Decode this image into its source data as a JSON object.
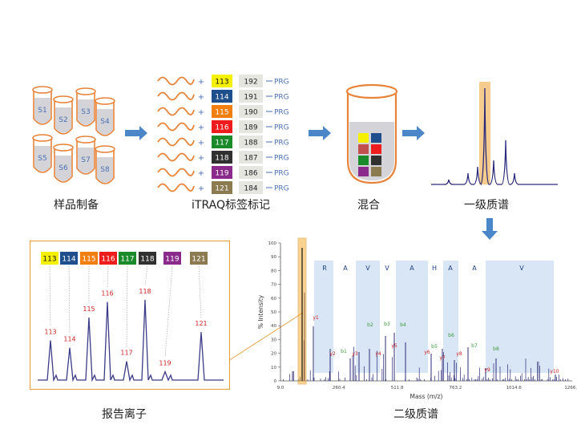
{
  "stages": {
    "sample_prep": "样品制备",
    "itraq_label": "iTRAQ标签标记",
    "mix": "混合",
    "ms1": "一级质谱",
    "reporter": "报告离子",
    "ms2": "二级质谱"
  },
  "samples": [
    "S1",
    "S2",
    "S3",
    "S4",
    "S5",
    "S6",
    "S7",
    "S8"
  ],
  "itraq_rows": [
    {
      "reporter": "113",
      "balance": "192",
      "group": "PRG",
      "color": "#f5f000",
      "text": "#111"
    },
    {
      "reporter": "114",
      "balance": "191",
      "group": "PRG",
      "color": "#1f4e8c",
      "text": "#fff"
    },
    {
      "reporter": "115",
      "balance": "190",
      "group": "PRG",
      "color": "#f07f10",
      "text": "#fff"
    },
    {
      "reporter": "116",
      "balance": "189",
      "group": "PRG",
      "color": "#ee1c1c",
      "text": "#fff"
    },
    {
      "reporter": "117",
      "balance": "188",
      "group": "PRG",
      "color": "#1a8a2a",
      "text": "#fff"
    },
    {
      "reporter": "118",
      "balance": "187",
      "group": "PRG",
      "color": "#303030",
      "text": "#fff"
    },
    {
      "reporter": "119",
      "balance": "186",
      "group": "PRG",
      "color": "#8a2a8a",
      "text": "#fff"
    },
    {
      "reporter": "121",
      "balance": "184",
      "group": "PRG",
      "color": "#8c7a50",
      "text": "#fff"
    }
  ],
  "plus_sign": "+",
  "mix_colors": [
    "#f5f000",
    "#1f4e8c",
    "#c0504d",
    "#ee1c1c",
    "#1a8a2a",
    "#303030",
    "#8a2a8a",
    "#8c7a50"
  ],
  "reporter_panel": {
    "boxes": [
      {
        "label": "113",
        "color": "#f5f000",
        "text": "#111"
      },
      {
        "label": "114",
        "color": "#1f4e8c",
        "text": "#fff"
      },
      {
        "label": "115",
        "color": "#f07f10",
        "text": "#fff"
      },
      {
        "label": "116",
        "color": "#ee1c1c",
        "text": "#fff"
      },
      {
        "label": "117",
        "color": "#1a8a2a",
        "text": "#fff"
      },
      {
        "label": "118",
        "color": "#303030",
        "text": "#fff"
      },
      {
        "label": "119",
        "color": "#8a2a8a",
        "text": "#fff"
      },
      {
        "label": "121",
        "color": "#8c7a50",
        "text": "#fff"
      }
    ],
    "peaks": [
      {
        "label": "113",
        "height": 0.38
      },
      {
        "label": "114",
        "height": 0.31
      },
      {
        "label": "115",
        "height": 0.6
      },
      {
        "label": "116",
        "height": 0.75
      },
      {
        "label": "117",
        "height": 0.18
      },
      {
        "label": "118",
        "height": 0.77
      },
      {
        "label": "119",
        "height": 0.08
      },
      {
        "label": "121",
        "height": 0.46
      }
    ]
  },
  "ms2": {
    "ylabel": "% Intensity",
    "xlabel": "Mass (m/z)",
    "yticks": [
      "0",
      "10",
      "20",
      "30",
      "40",
      "50",
      "60",
      "70",
      "80",
      "90",
      "100"
    ],
    "xticks": [
      "9.0",
      "260.4",
      "511.8",
      "763.2",
      "1014.6",
      "1266.0"
    ],
    "sequence": [
      "R",
      "A",
      "V",
      "V",
      "A",
      "H",
      "A",
      "A",
      "V"
    ],
    "y_ions": [
      "y1",
      "y2",
      "y3",
      "y4",
      "y5",
      "y6",
      "y7",
      "y8",
      "y9",
      "y10"
    ],
    "b_ions": [
      "b1",
      "b2",
      "b3",
      "b4",
      "b5",
      "b6",
      "b7",
      "b8"
    ]
  }
}
